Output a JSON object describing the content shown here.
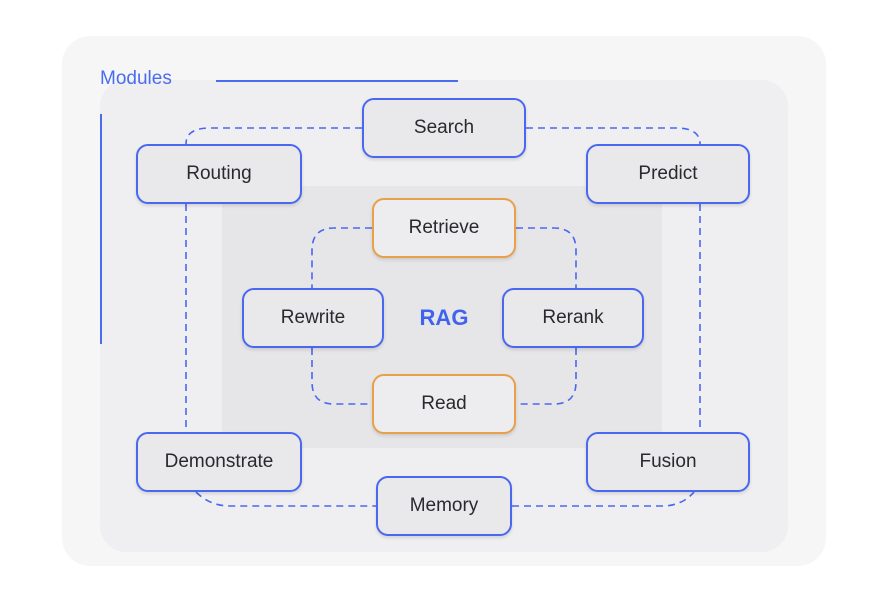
{
  "header": {
    "title": "Modules"
  },
  "center": {
    "label": "RAG"
  },
  "modules": {
    "search": "Search",
    "routing": "Routing",
    "predict": "Predict",
    "demonstrate": "Demonstrate",
    "memory": "Memory",
    "fusion": "Fusion",
    "rewrite": "Rewrite",
    "rerank": "Rerank",
    "retrieve": "Retrieve",
    "read": "Read"
  },
  "colors": {
    "accent_blue": "#4a68ef",
    "core_orange": "#e8a04a",
    "text": "#2a2a2e"
  }
}
